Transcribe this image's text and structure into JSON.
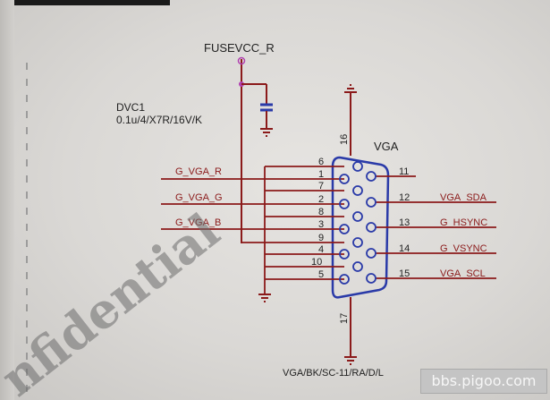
{
  "schematic": {
    "power_net": "FUSEVCC_R",
    "capacitor": {
      "ref": "DVC1",
      "value": "0.1u/4/X7R/16V/K"
    },
    "connector_ref": "VGA",
    "part_number": "VGA/BK/SC-11/RA/D/L",
    "overlay_text": "nfidential",
    "left_nets": [
      {
        "pin": "1",
        "net": "G_VGA_R"
      },
      {
        "pin": "2",
        "net": "G_VGA_G"
      },
      {
        "pin": "3",
        "net": "G_VGA_B"
      }
    ],
    "right_nets": [
      {
        "pin": "11",
        "net": ""
      },
      {
        "pin": "12",
        "net": "VGA_SDA"
      },
      {
        "pin": "13",
        "net": "G_HSYNC"
      },
      {
        "pin": "14",
        "net": "G_VSYNC"
      },
      {
        "pin": "15",
        "net": "VGA_SCL"
      }
    ],
    "other_pins": [
      "6",
      "7",
      "8",
      "9",
      "4",
      "10",
      "5",
      "16",
      "17"
    ]
  },
  "watermark": "bbs.pigoo.com",
  "colors": {
    "wire_red": "#8b1a1a",
    "wire_blue": "#2a3aa8",
    "text": "#222222",
    "node": "#b040b0"
  }
}
